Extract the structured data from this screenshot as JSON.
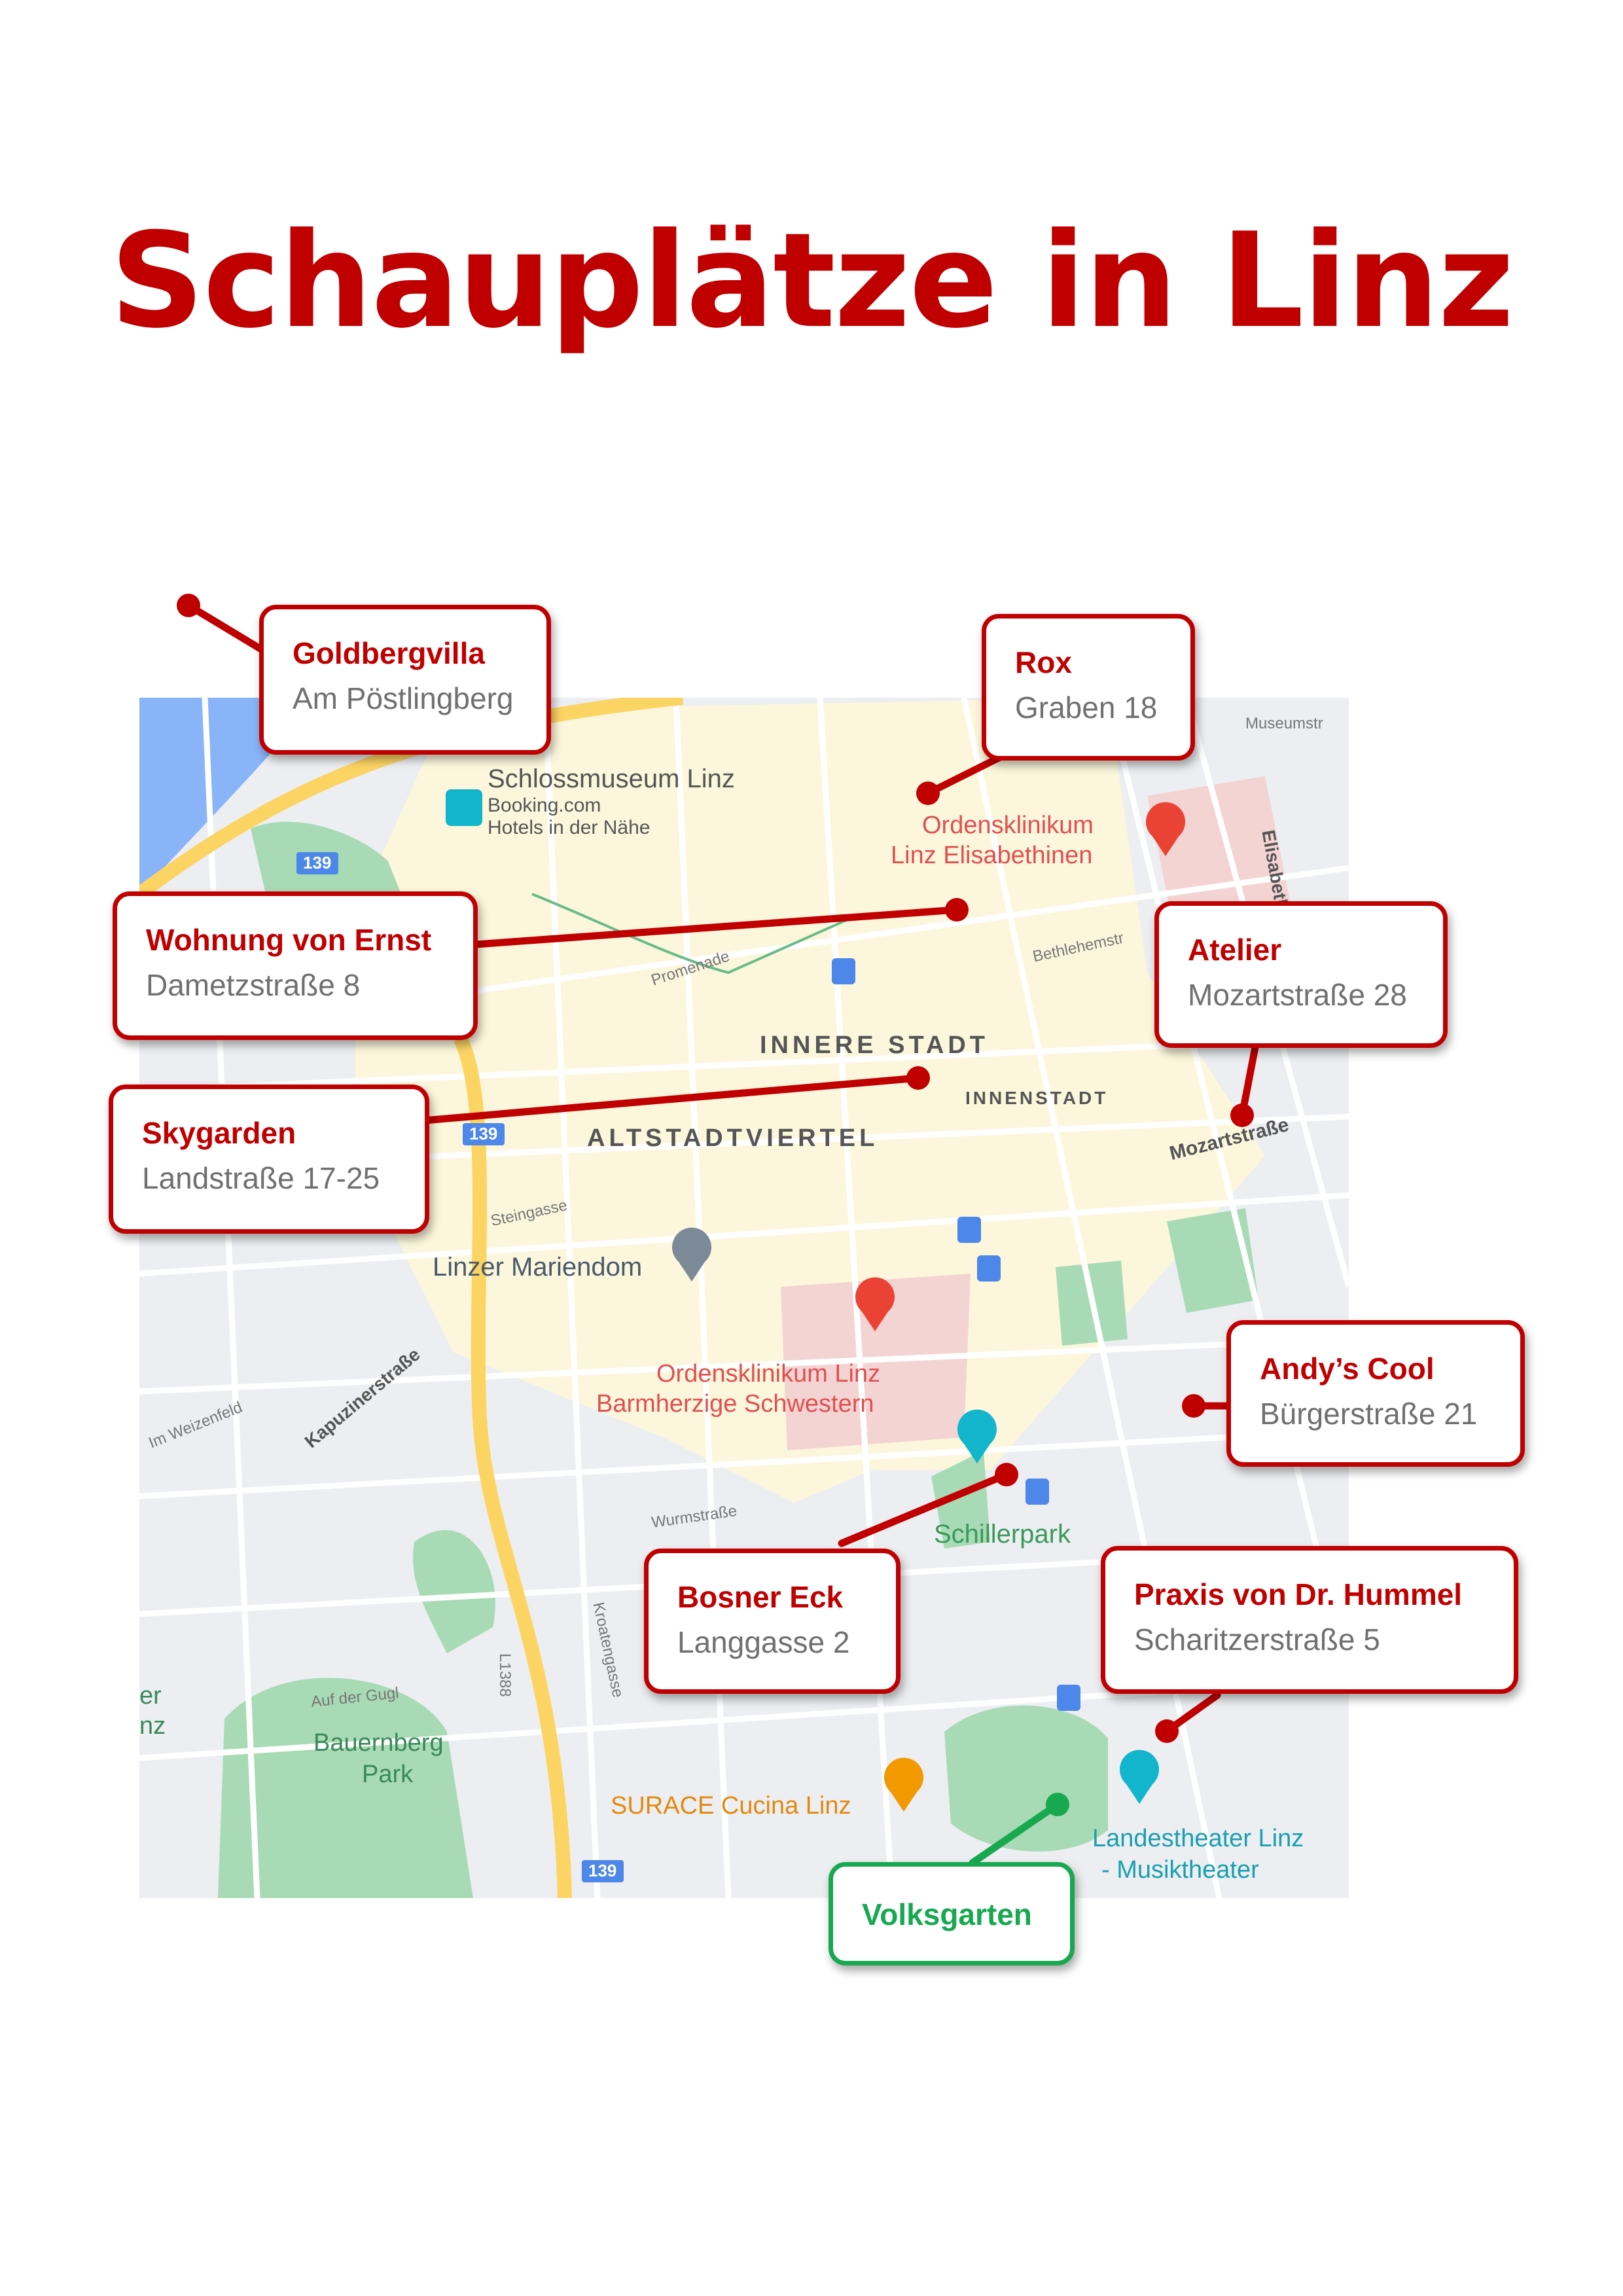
{
  "title": "Schauplätze in Linz",
  "map": {
    "district_labels": [
      "INNERE STADT",
      "INNENSTADT",
      "ALTSTADTVIERTEL"
    ],
    "streets": [
      "Museumstr",
      "Elisabethstr",
      "Bethlehemstr",
      "Promenade",
      "Mozartstraße",
      "Steingasse",
      "Im Weizenfeld",
      "Kapuzinerstraße",
      "Wurmstraße",
      "Kroatengasse",
      "L1388",
      "Auf der Gugl"
    ],
    "route_shields": [
      "139",
      "139",
      "139"
    ],
    "places": {
      "schlossmuseum": "Schlossmuseum Linz",
      "booking_line1": "Booking.com",
      "booking_line2": "Hotels in der Nähe",
      "elisabethinen_line1": "Ordensklinikum",
      "elisabethinen_line2": "Linz Elisabethinen",
      "mariendom": "Linzer Mariendom",
      "barmherzige_line1": "Ordensklinikum Linz",
      "barmherzige_line2": "Barmherzige Schwestern",
      "schillerpark": "Schillerpark",
      "bauernberg_line1": "Bauernberg",
      "bauernberg_line2": "Park",
      "surace": "SURACE Cucina Linz",
      "landestheater_line1": "Landestheater Linz",
      "landestheater_line2": "- Musiktheater",
      "edge_left_1": "er",
      "edge_left_2": "nz"
    },
    "colors": {
      "water": "#8ab4f8",
      "park": "#a8dab5",
      "hospital": "#f4d3d3",
      "highway": "#fbd463",
      "pin_red": "#c00000",
      "pin_green": "#18a850"
    }
  },
  "locations": [
    {
      "name": "Goldbergvilla",
      "address": "Am Pöstlingberg",
      "color": "#c00000"
    },
    {
      "name": "Rox",
      "address": "Graben 18",
      "color": "#c00000"
    },
    {
      "name": "Wohnung von Ernst",
      "address": "Dametzstraße 8",
      "color": "#c00000"
    },
    {
      "name": "Atelier",
      "address": "Mozartstraße 28",
      "color": "#c00000"
    },
    {
      "name": "Skygarden",
      "address": "Landstraße 17-25",
      "color": "#c00000"
    },
    {
      "name": "Andy’s Cool",
      "address": "Bürgerstraße 21",
      "color": "#c00000"
    },
    {
      "name": "Bosner Eck",
      "address": "Langgasse 2",
      "color": "#c00000"
    },
    {
      "name": "Praxis von Dr. Hummel",
      "address": "Scharitzerstraße 5",
      "color": "#c00000"
    },
    {
      "name": "Volksgarten",
      "address": "",
      "color": "#18a850"
    }
  ]
}
